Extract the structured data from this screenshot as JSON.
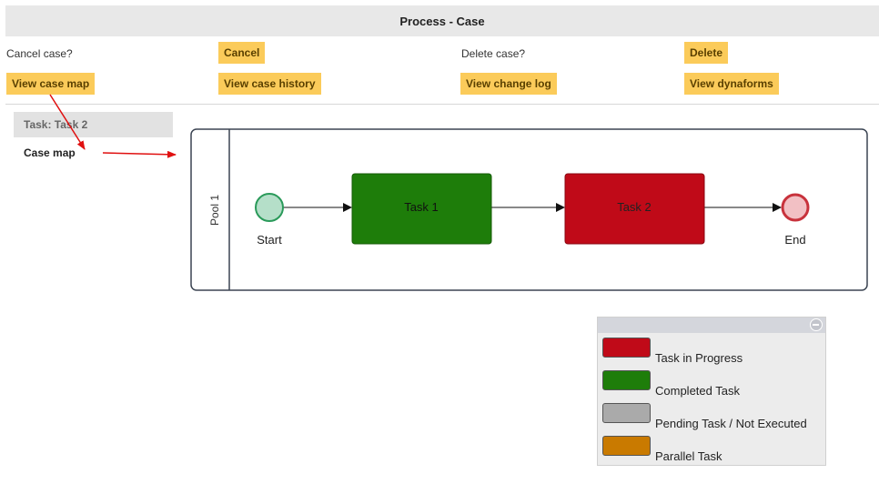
{
  "header": {
    "title": "Process - Case"
  },
  "actions": {
    "cancel_prompt": "Cancel case?",
    "cancel_label": "Cancel",
    "delete_prompt": "Delete case?",
    "delete_label": "Delete",
    "view_case_map_label": "View case map",
    "view_case_history_label": "View case history",
    "view_change_log_label": "View change log",
    "view_dynaforms_label": "View dynaforms"
  },
  "sidebar": {
    "task_title": "Task: Task 2",
    "case_map_label": "Case map"
  },
  "diagram": {
    "pool_label": "Pool 1",
    "start_label": "Start",
    "end_label": "End",
    "task1_label": "Task 1",
    "task2_label": "Task 2"
  },
  "legend": {
    "items": [
      {
        "label": "Task in Progress",
        "color": "#c00a18"
      },
      {
        "label": "Completed Task",
        "color": "#1e7d0a"
      },
      {
        "label": "Pending Task / Not Executed",
        "color": "#aaaaaa"
      },
      {
        "label": "Parallel Task",
        "color": "#c97a00"
      }
    ]
  },
  "colors": {
    "button_bg": "#fbcb5a",
    "task_completed": "#1e7d0a",
    "task_in_progress": "#c00a18",
    "annotation_arrow": "#e01010"
  }
}
